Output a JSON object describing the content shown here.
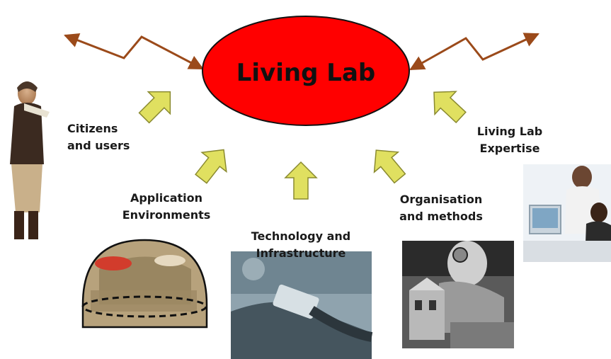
{
  "center": {
    "title": "Living Lab"
  },
  "labels": {
    "citizens": [
      "Citizens",
      "and users"
    ],
    "expertise": [
      "Living Lab",
      "Expertise"
    ],
    "application": [
      "Application",
      "Environments"
    ],
    "organisation": [
      "Organisation",
      "and methods"
    ],
    "technology": [
      "Technology and",
      "Infrastructure"
    ]
  },
  "icons": [
    "aviator-person-image",
    "street-scene-dome-image",
    "network-cable-image",
    "craftsman-with-magnifier-image",
    "office-team-image"
  ],
  "colors": {
    "center_fill": "#ff0000",
    "lightning_arrows": "#9b4a1a",
    "input_arrows": "#e0e060",
    "input_arrow_outline": "#8a8a30"
  }
}
